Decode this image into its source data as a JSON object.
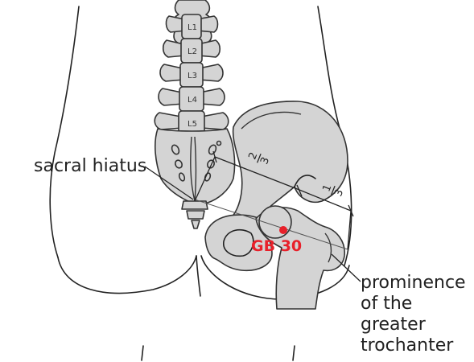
{
  "labels": {
    "sacral_hiatus": "sacral hiatus",
    "trochanter_line1": "prominence",
    "trochanter_line2": "of the",
    "trochanter_line3": "greater",
    "trochanter_line4": "trochanter",
    "point_name": "GB 30"
  },
  "vertebrae": [
    "L1",
    "L2",
    "L3",
    "L4",
    "L5"
  ],
  "fractions": [
    {
      "num": "2",
      "den": "3"
    },
    {
      "num": "1",
      "den": "3"
    }
  ],
  "colors": {
    "bone_fill": "#d4d4d4",
    "outline": "#222222",
    "acupoint": "#e8202a"
  }
}
